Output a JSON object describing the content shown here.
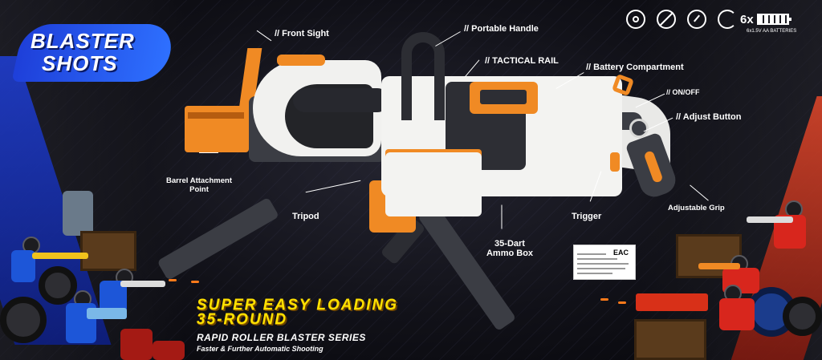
{
  "brand": {
    "line1": "BLASTER",
    "line2": "SHOTS"
  },
  "icons": {
    "items": [
      "target-icon",
      "no-fire-icon",
      "gauge-icon",
      "battery-icon"
    ],
    "battery_count": "6x",
    "battery_note": "6x1.5V AA BATTERIES"
  },
  "labels": {
    "front_sight": "// Front Sight",
    "portable_handle": "// Portable Handle",
    "tactical_rail": "// TACTICAL RAIL",
    "battery_compartment": "// Battery Compartment",
    "on_off": "// ON/OFF",
    "adjust_button": "// Adjust Button",
    "barrel_attachment": "Barrel Attachment",
    "barrel_attachment_2": "Point",
    "tripod": "Tripod",
    "ammo_box": "35-Dart",
    "ammo_box_2": "Ammo Box",
    "trigger": "Trigger",
    "adjustable_grip": "Adjustable Grip"
  },
  "tagline": {
    "line1": "SUPER EASY LOADING",
    "line2": "35-ROUND",
    "line3": "RAPID ROLLER BLASTER SERIES",
    "line4": "Faster & Further Automatic Shooting"
  },
  "cert": {
    "mark": "EAC"
  },
  "colors": {
    "orange": "#f08a24",
    "yellow": "#ffe100",
    "blue": "#1e3fd9",
    "red": "#d8261d"
  }
}
